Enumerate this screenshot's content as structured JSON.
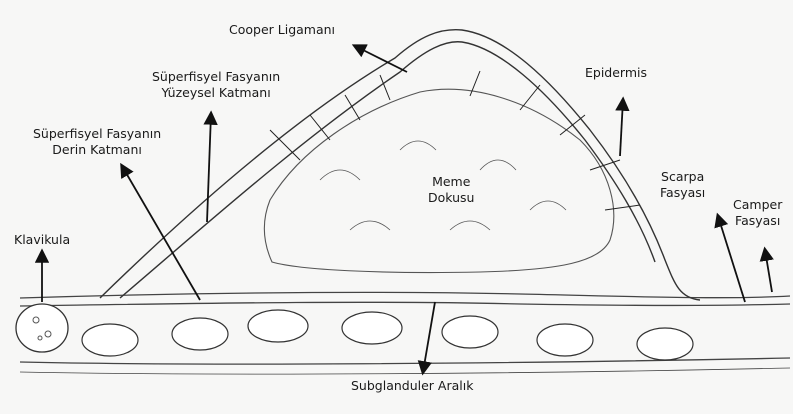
{
  "labels": {
    "cooper": "Cooper Ligamanı",
    "superficial_surface": [
      "Süperfisyel Fasyanın",
      "Yüzeysel Katmanı"
    ],
    "superficial_deep": [
      "Süperfisyel Fasyanın",
      "Derin Katmanı"
    ],
    "epidermis": "Epidermis",
    "breast_tissue": [
      "Meme",
      "Dokusu"
    ],
    "scarpa": [
      "Scarpa",
      "Fasyası"
    ],
    "camper": [
      "Camper",
      "Fasyası"
    ],
    "clavicle": "Klavikula",
    "subglandular": "Subglanduler Aralık"
  }
}
